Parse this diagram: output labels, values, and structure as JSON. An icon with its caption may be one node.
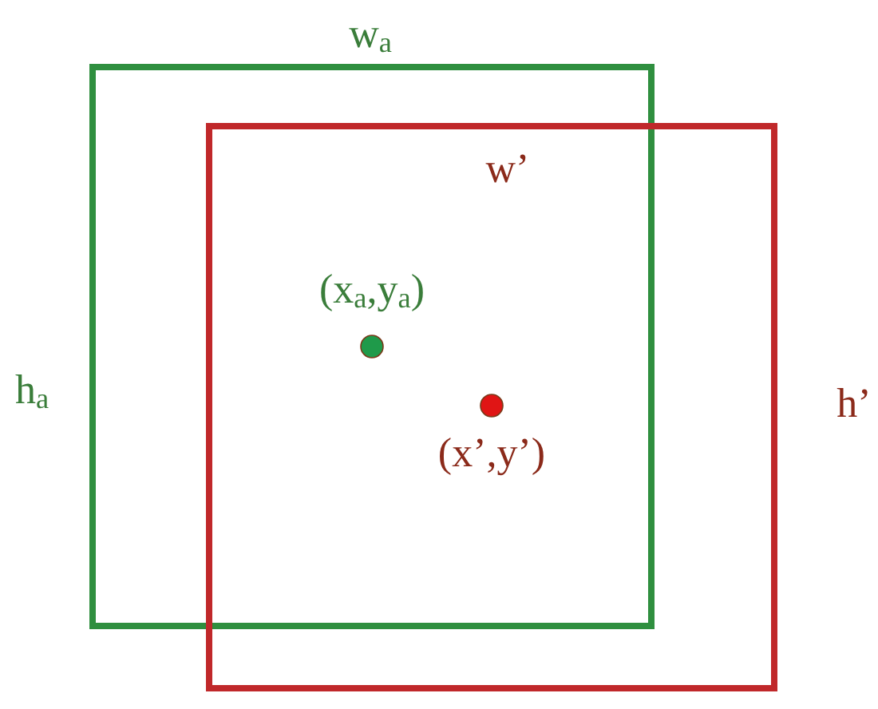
{
  "diagram": {
    "nodes": [
      {
        "text": [],
        "shape": "box"
      },
      {
        "text": [],
        "shape": "box"
      }
    ],
    "labels": [
      "w$_{a}$",
      "w’",
      "(x$_{a}$,y$_{a}$)",
      "h$_{a}$",
      "h’",
      "(x’,y’)"
    ]
  }
}
